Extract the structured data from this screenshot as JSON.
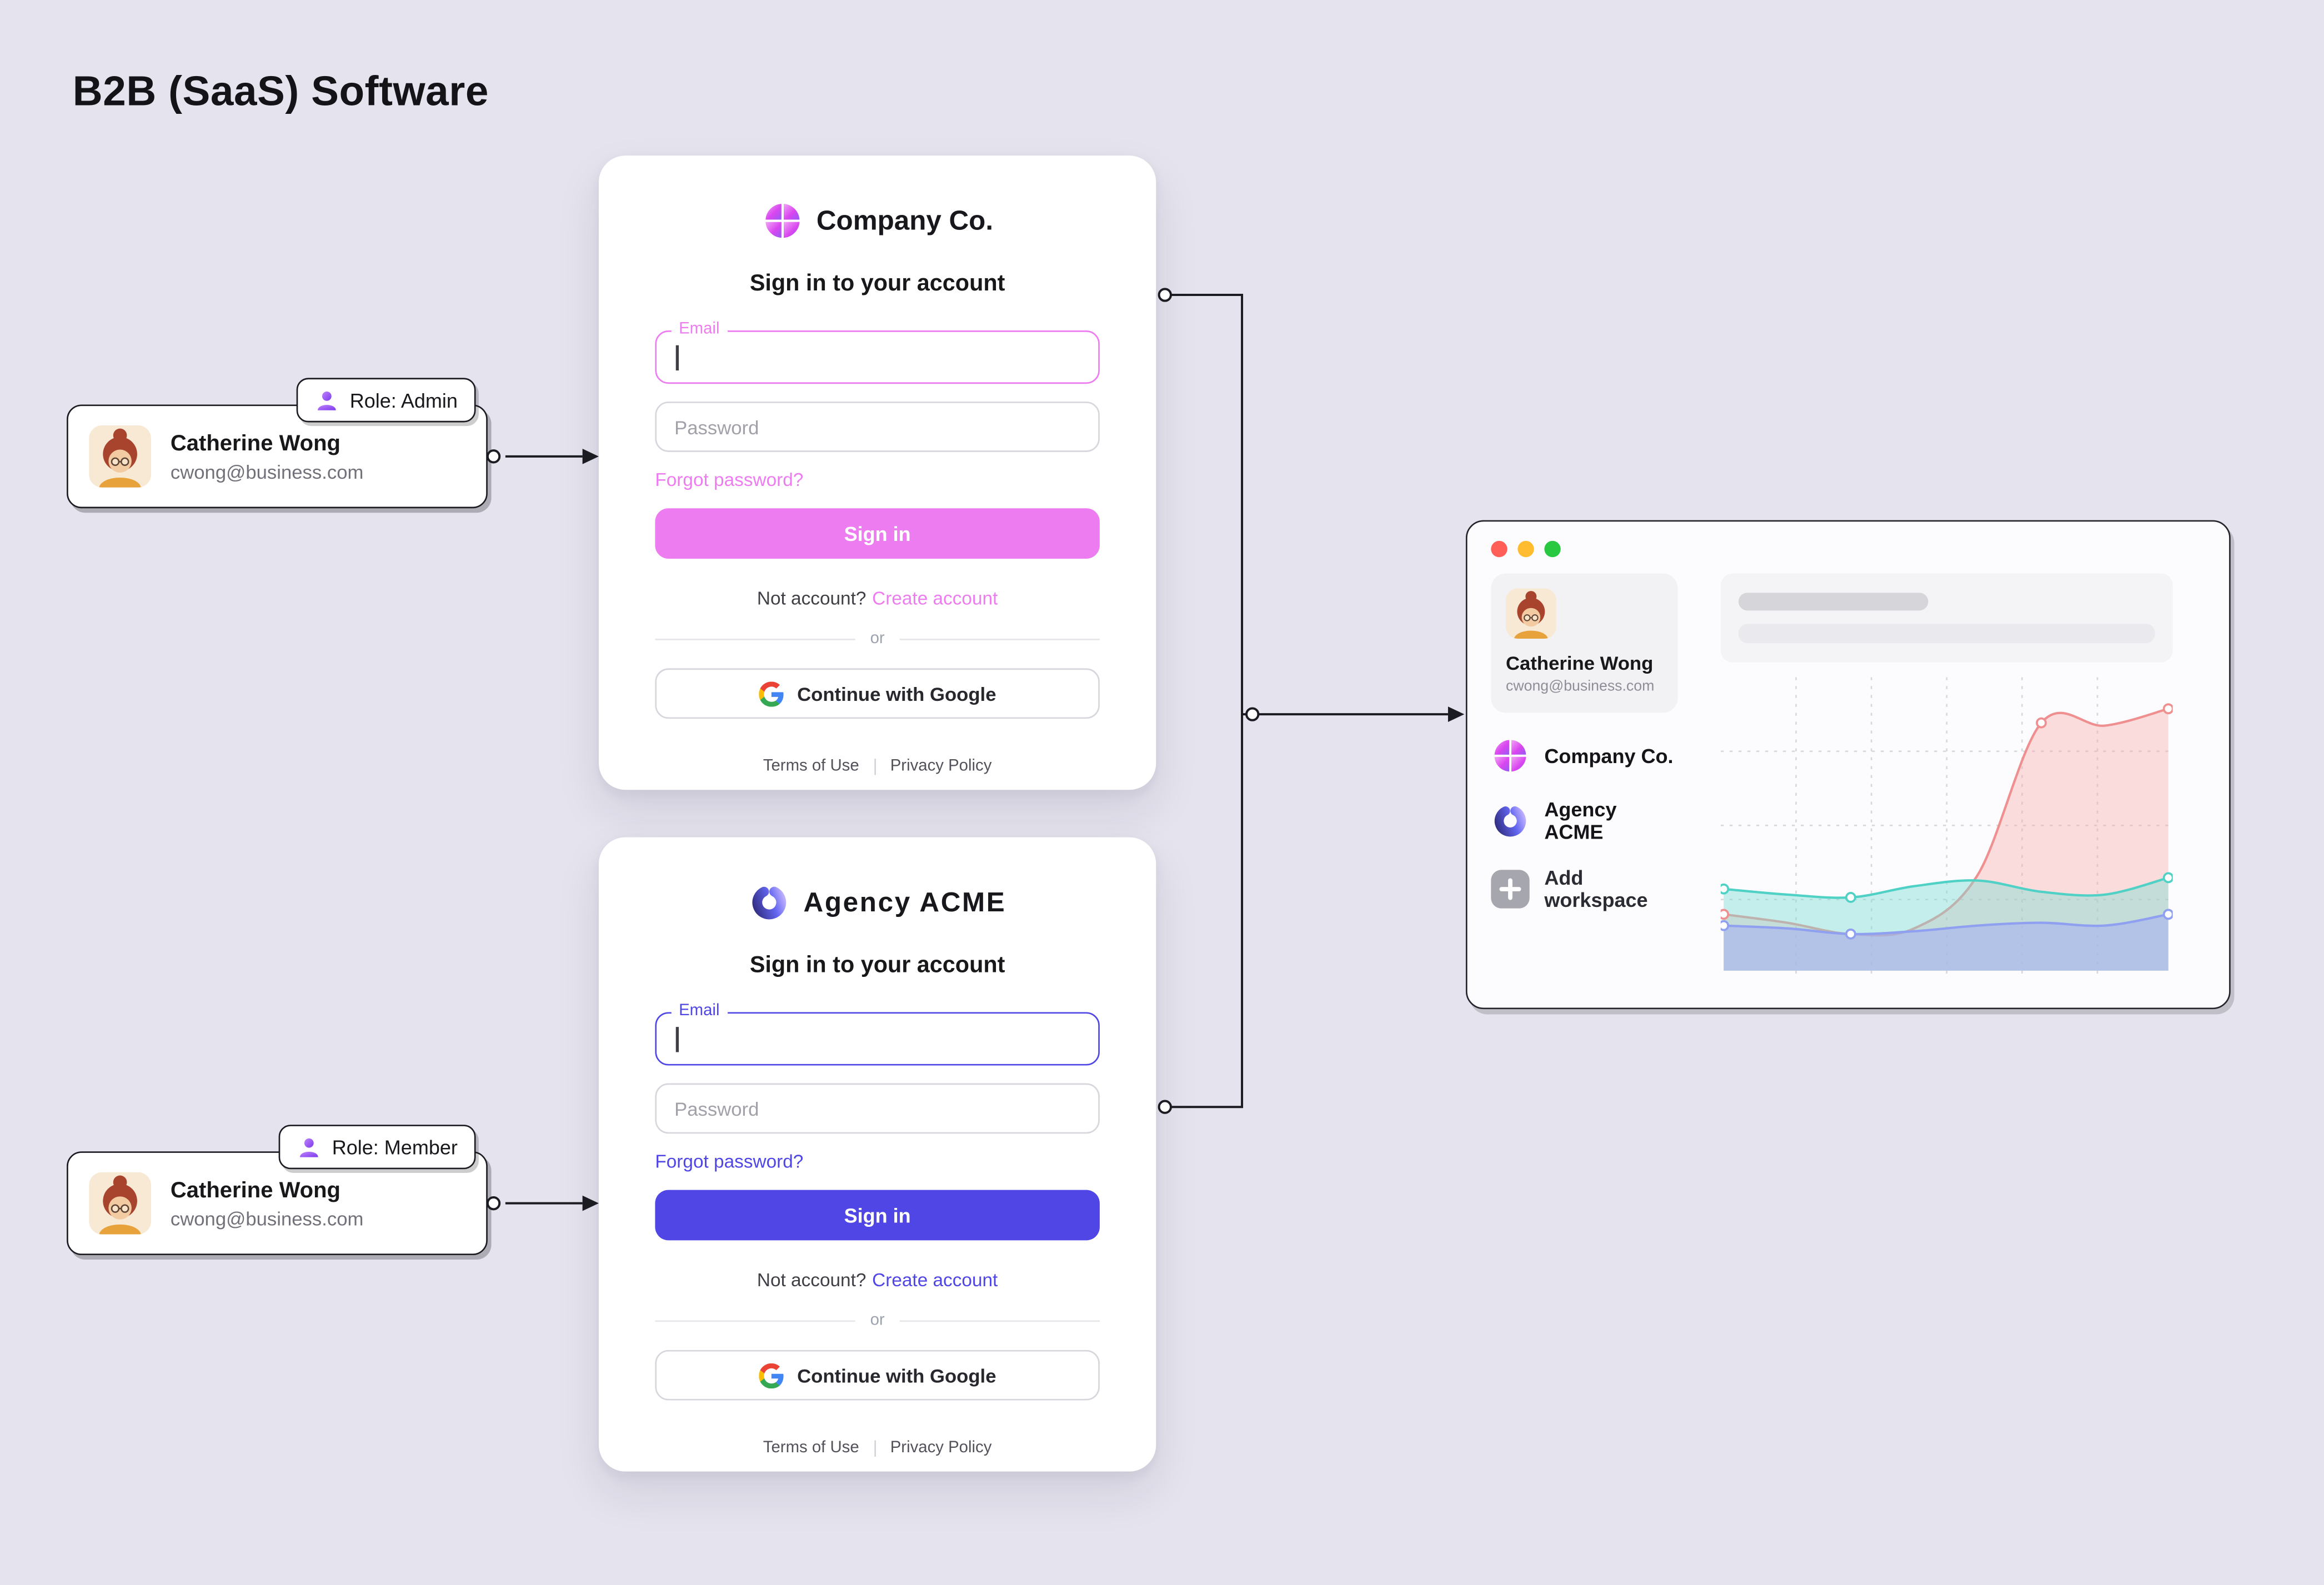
{
  "page": {
    "title": "B2B (SaaS) Software",
    "background_color": "#e5e3ed"
  },
  "users": [
    {
      "role_label": "Role: Admin",
      "name": "Catherine Wong",
      "email": "cwong@business.com"
    },
    {
      "role_label": "Role: Member",
      "name": "Catherine Wong",
      "email": "cwong@business.com"
    }
  ],
  "signin_cards": [
    {
      "brand": "Company Co.",
      "heading": "Sign in to your account",
      "email_label": "Email",
      "email_value": "",
      "password_placeholder": "Password",
      "forgot_password_link": "Forgot password?",
      "sign_in_button": "Sign in",
      "no_account_text": "Not account?",
      "create_account_link": "Create account",
      "divider_label": "or",
      "google_button": "Continue with Google",
      "terms_link": "Terms of Use",
      "privacy_link": "Privacy Policy",
      "accent_color": "#ee7cf1"
    },
    {
      "brand": "Agency ACME",
      "heading": "Sign in to your account",
      "email_label": "Email",
      "email_value": "",
      "password_placeholder": "Password",
      "forgot_password_link": "Forgot password?",
      "sign_in_button": "Sign in",
      "no_account_text": "Not account?",
      "create_account_link": "Create account",
      "divider_label": "or",
      "google_button": "Continue with Google",
      "terms_link": "Terms of Use",
      "privacy_link": "Privacy Policy",
      "accent_color": "#4f46e5"
    }
  ],
  "workspace_window": {
    "traffic_lights": [
      "#ff5f57",
      "#febc2e",
      "#28c840"
    ],
    "sidebar": {
      "user": {
        "name": "Catherine Wong",
        "email": "cwong@business.com"
      },
      "workspaces": [
        {
          "label": "Company Co."
        },
        {
          "label": "Agency ACME"
        }
      ],
      "add_workspace_label": "Add workspace"
    }
  },
  "chart_data": {
    "type": "area",
    "x": [
      0,
      1,
      2,
      3,
      4,
      5,
      6,
      7
    ],
    "ylim": [
      0,
      100
    ],
    "grid": {
      "horizontal_lines": 3,
      "vertical_lines": 5,
      "style": "dotted"
    },
    "legend": "none",
    "series": [
      {
        "name": "pink",
        "stroke": "#ef8f8f",
        "fill": "rgba(249,168,168,0.38)",
        "values": [
          20,
          17,
          13,
          15,
          34,
          88,
          87,
          93
        ],
        "markers": [
          0,
          2,
          5,
          7
        ]
      },
      {
        "name": "teal",
        "stroke": "#4fd1c5",
        "fill": "rgba(128,222,212,0.45)",
        "values": [
          29,
          27,
          26,
          30,
          32,
          28,
          27,
          33
        ],
        "markers": [
          0,
          2,
          7
        ]
      },
      {
        "name": "purple",
        "stroke": "#8fa0f0",
        "fill": "rgba(160,170,245,0.50)",
        "values": [
          16,
          15,
          13,
          14,
          16,
          17,
          16,
          20
        ],
        "markers": [
          0,
          2,
          7
        ]
      }
    ]
  }
}
